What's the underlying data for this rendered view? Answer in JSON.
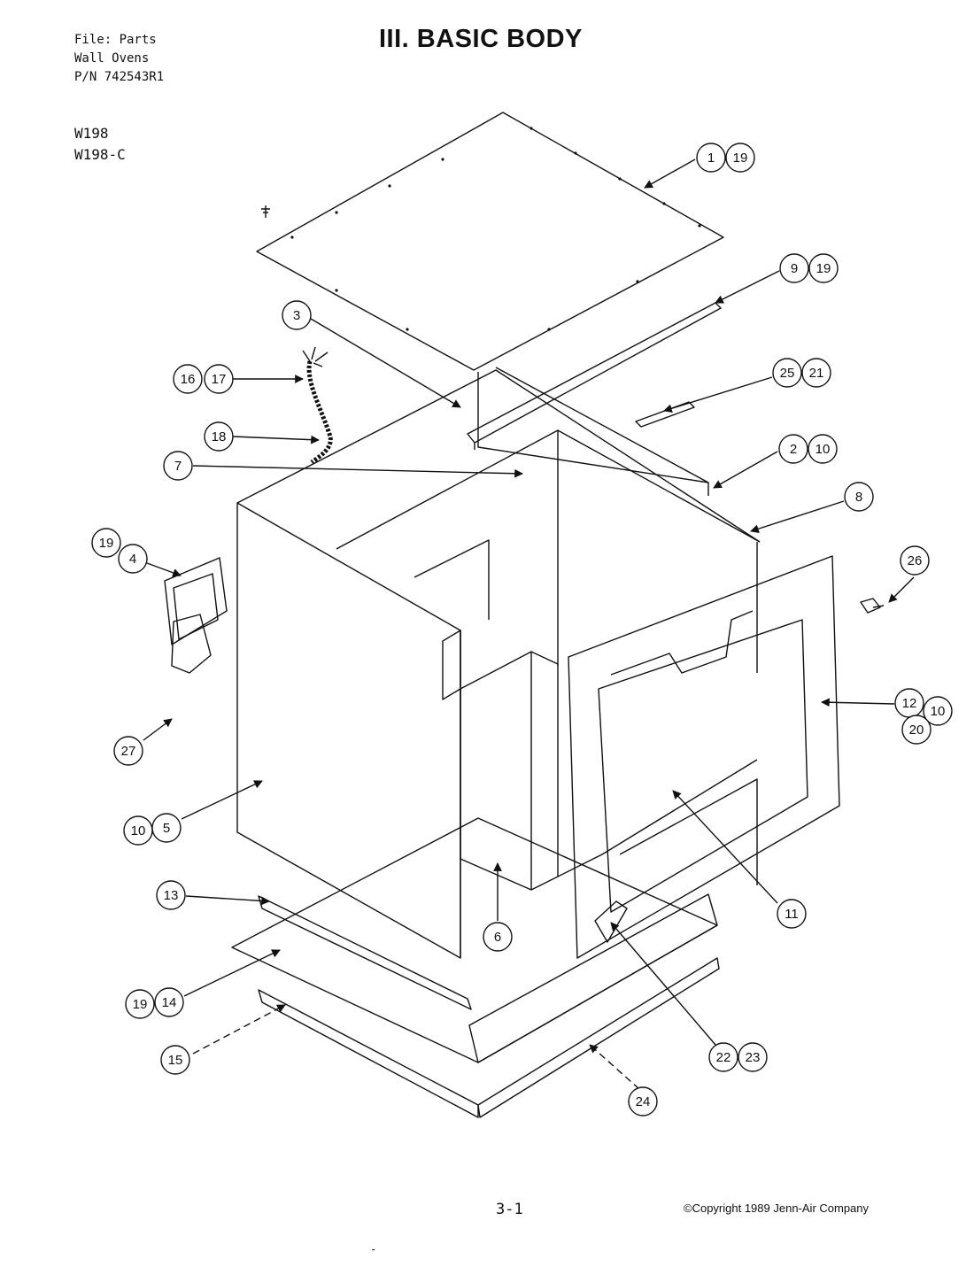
{
  "header": {
    "file_lines": [
      "File: Parts",
      "Wall Ovens",
      "P/N 742543R1"
    ],
    "title": "III. BASIC BODY"
  },
  "models": [
    "W198",
    "W198-C"
  ],
  "callouts": [
    {
      "id": "c1",
      "labels": [
        "1",
        "19"
      ]
    },
    {
      "id": "c2",
      "labels": [
        "9",
        "19"
      ]
    },
    {
      "id": "c3",
      "labels": [
        "3"
      ]
    },
    {
      "id": "c4",
      "labels": [
        "16",
        "17"
      ]
    },
    {
      "id": "c5",
      "labels": [
        "25",
        "21"
      ]
    },
    {
      "id": "c6",
      "labels": [
        "18"
      ]
    },
    {
      "id": "c7",
      "labels": [
        "2",
        "10"
      ]
    },
    {
      "id": "c8",
      "labels": [
        "7"
      ]
    },
    {
      "id": "c9",
      "labels": [
        "8"
      ]
    },
    {
      "id": "c10",
      "labels": [
        "19",
        "4"
      ]
    },
    {
      "id": "c11",
      "labels": [
        "26"
      ]
    },
    {
      "id": "c12",
      "labels": [
        "12",
        "10",
        "20"
      ]
    },
    {
      "id": "c13",
      "labels": [
        "27"
      ]
    },
    {
      "id": "c14",
      "labels": [
        "10",
        "5"
      ]
    },
    {
      "id": "c15",
      "labels": [
        "11"
      ]
    },
    {
      "id": "c16",
      "labels": [
        "13"
      ]
    },
    {
      "id": "c17",
      "labels": [
        "6"
      ]
    },
    {
      "id": "c18",
      "labels": [
        "19",
        "14"
      ]
    },
    {
      "id": "c19",
      "labels": [
        "15"
      ]
    },
    {
      "id": "c20",
      "labels": [
        "22",
        "23"
      ]
    },
    {
      "id": "c21",
      "labels": [
        "24"
      ]
    }
  ],
  "footer": {
    "page_number": "3-1",
    "copyright": "©Copyright 1989 Jenn-Air Company",
    "mark": "-"
  }
}
